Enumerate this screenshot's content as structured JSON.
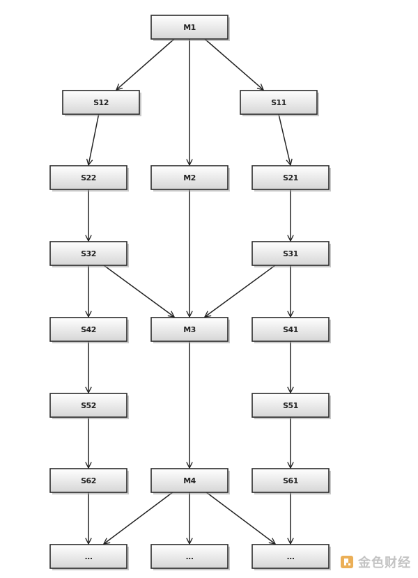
{
  "nodes": [
    {
      "id": "M1",
      "label": "M1"
    },
    {
      "id": "S12",
      "label": "S12"
    },
    {
      "id": "S11",
      "label": "S11"
    },
    {
      "id": "S22",
      "label": "S22"
    },
    {
      "id": "M2",
      "label": "M2"
    },
    {
      "id": "S21",
      "label": "S21"
    },
    {
      "id": "S32",
      "label": "S32"
    },
    {
      "id": "S31",
      "label": "S31"
    },
    {
      "id": "S42",
      "label": "S42"
    },
    {
      "id": "M3",
      "label": "M3"
    },
    {
      "id": "S41",
      "label": "S41"
    },
    {
      "id": "S52",
      "label": "S52"
    },
    {
      "id": "S51",
      "label": "S51"
    },
    {
      "id": "S62",
      "label": "S62"
    },
    {
      "id": "M4",
      "label": "M4"
    },
    {
      "id": "S61",
      "label": "S61"
    },
    {
      "id": "E1",
      "label": "..."
    },
    {
      "id": "E2",
      "label": "..."
    },
    {
      "id": "E3",
      "label": "..."
    }
  ],
  "edges": [
    {
      "from": "M1",
      "to": "S12"
    },
    {
      "from": "M1",
      "to": "M2"
    },
    {
      "from": "M1",
      "to": "S11"
    },
    {
      "from": "S12",
      "to": "S22"
    },
    {
      "from": "S11",
      "to": "S21"
    },
    {
      "from": "S22",
      "to": "S32"
    },
    {
      "from": "M2",
      "to": "M3"
    },
    {
      "from": "S21",
      "to": "S31"
    },
    {
      "from": "S32",
      "to": "S42"
    },
    {
      "from": "S32",
      "to": "M3"
    },
    {
      "from": "S31",
      "to": "M3"
    },
    {
      "from": "S31",
      "to": "S41"
    },
    {
      "from": "S42",
      "to": "S52"
    },
    {
      "from": "M3",
      "to": "M4"
    },
    {
      "from": "S41",
      "to": "S51"
    },
    {
      "from": "S52",
      "to": "S62"
    },
    {
      "from": "S51",
      "to": "S61"
    },
    {
      "from": "S62",
      "to": "E1"
    },
    {
      "from": "M4",
      "to": "E1"
    },
    {
      "from": "M4",
      "to": "E2"
    },
    {
      "from": "M4",
      "to": "E3"
    },
    {
      "from": "S61",
      "to": "E3"
    }
  ],
  "watermark": {
    "text": "金色财经",
    "logo": "jinse-logo-icon",
    "color": "#e8a23a"
  },
  "colors": {
    "box_top": "#ffffff",
    "box_bottom": "#d9d9d9",
    "stroke": "#2a2a2a"
  }
}
